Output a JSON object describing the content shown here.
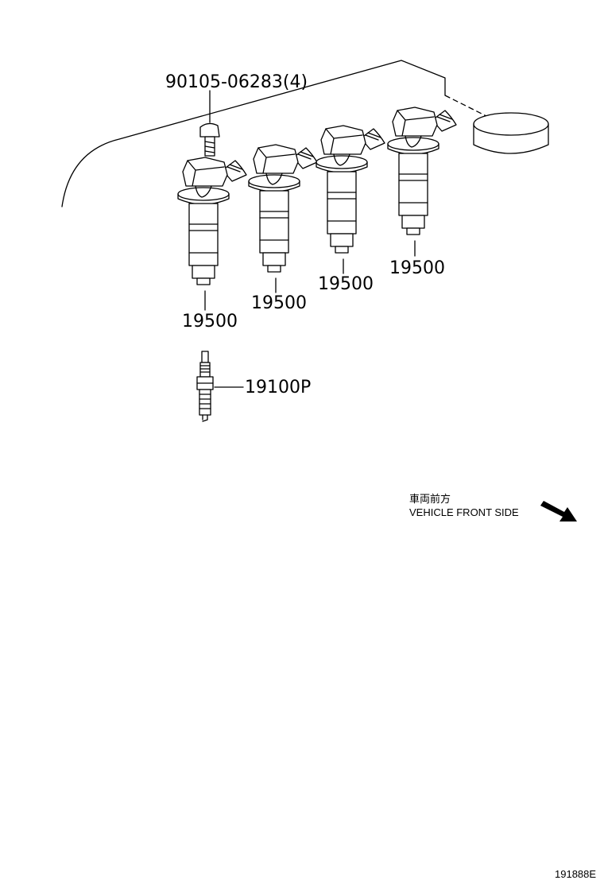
{
  "parts": {
    "bolt": "90105-06283(4)",
    "coil_1": "19500",
    "coil_2": "19500",
    "coil_3": "19500",
    "coil_4": "19500",
    "spark_plug": "19100P"
  },
  "direction": {
    "label_jp": "車両前方",
    "label_en": "VEHICLE FRONT SIDE"
  },
  "figure_code": "191888E"
}
